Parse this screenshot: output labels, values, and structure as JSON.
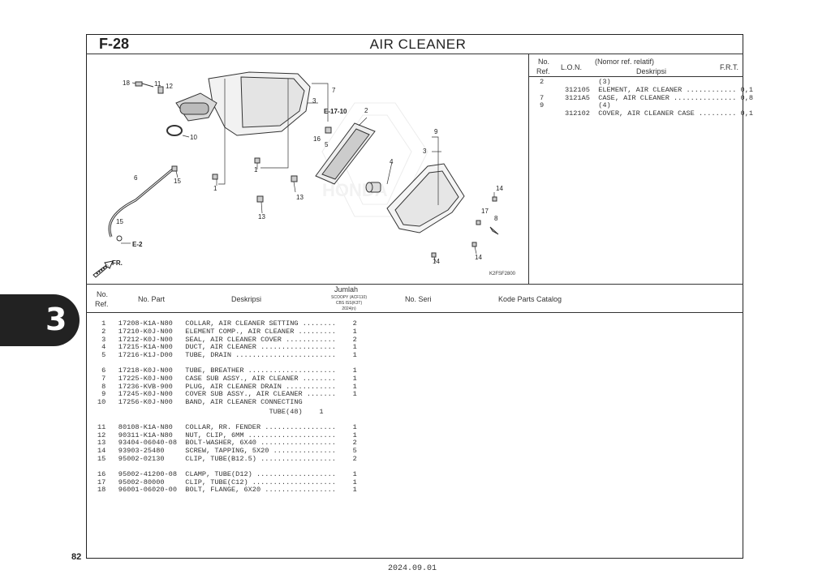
{
  "header": {
    "section_code": "F-28",
    "title": "AIR CLEANER"
  },
  "chapter_tab": "3",
  "page_number": "82",
  "footer_date": "2024.09.01",
  "diagram": {
    "image_code": "K2FSF2800",
    "ref_labels": [
      "18",
      "11",
      "12",
      "7",
      "3",
      "2",
      "10",
      "16",
      "5",
      "9",
      "3",
      "6",
      "15",
      "1",
      "1",
      "13",
      "4",
      "13",
      "14",
      "15",
      "17",
      "8",
      "14",
      "14"
    ],
    "ref_e1": "E-17-10",
    "ref_e2": "E-2",
    "fr_label": "FR."
  },
  "relative_table": {
    "col_no": "No.",
    "col_ref": "Ref.",
    "col_lon": "L.O.N.",
    "col_relnote": "(Nomor ref. relatif)",
    "col_desc": "Deskripsi",
    "col_frt": "F.R.T.",
    "rows": [
      "2             (3)",
      "      312105  ELEMENT, AIR CLEANER ............ 0,1",
      "7     3121A5  CASE, AIR CLEANER ............... 0,8",
      "9             (4)",
      "      312102  COVER, AIR CLEANER CASE ......... 0,1"
    ]
  },
  "parts_table": {
    "col_no": "No.",
    "col_ref": "Ref.",
    "col_part": "No. Part",
    "col_desc": "Deskripsi",
    "col_qty": "Jumlah",
    "col_qty_sub1": "SCOOPY (ACF110)",
    "col_qty_sub2": "CBS ISS(K3T)",
    "col_qty_sub3": "2024(n)",
    "col_serial": "No. Seri",
    "col_catalog": "Kode Parts Catalog",
    "groups": [
      [
        " 1   17208-K1A-N80   COLLAR, AIR CLEANER SETTING ........    2",
        " 2   17210-K0J-N00   ELEMENT COMP., AIR CLEANER .........    1",
        " 3   17212-K0J-N00   SEAL, AIR CLEANER COVER ............    2",
        " 4   17215-K1A-N00   DUCT, AIR CLEANER ..................    1",
        " 5   17216-K1J-D00   TUBE, DRAIN ........................    1"
      ],
      [
        " 6   17218-K0J-N00   TUBE, BREATHER .....................    1",
        " 7   17225-K0J-N00   CASE SUB ASSY., AIR CLEANER ........    1",
        " 8   17236-KVB-900   PLUG, AIR CLEANER DRAIN ............    1",
        " 9   17245-K0J-N00   COVER SUB ASSY., AIR CLEANER .......    1",
        "10   17256-K0J-N00   BAND, AIR CLEANER CONNECTING",
        "                                         TUBE(48)    1"
      ],
      [
        "11   80108-K1A-N80   COLLAR, RR. FENDER .................    1",
        "12   90311-K1A-N80   NUT, CLIP, 6MM .....................    1",
        "13   93404-06040-08  BOLT-WASHER, 6X40 ..................    2",
        "14   93903-25480     SCREW, TAPPING, 5X20 ...............    5",
        "15   95002-02130     CLIP, TUBE(B12.5) ..................    2"
      ],
      [
        "16   95002-41200-08  CLAMP, TUBE(D12) ...................    1",
        "17   95002-80000     CLIP, TUBE(C12) ....................    1",
        "18   96001-06020-00  BOLT, FLANGE, 6X20 .................    1"
      ]
    ]
  }
}
